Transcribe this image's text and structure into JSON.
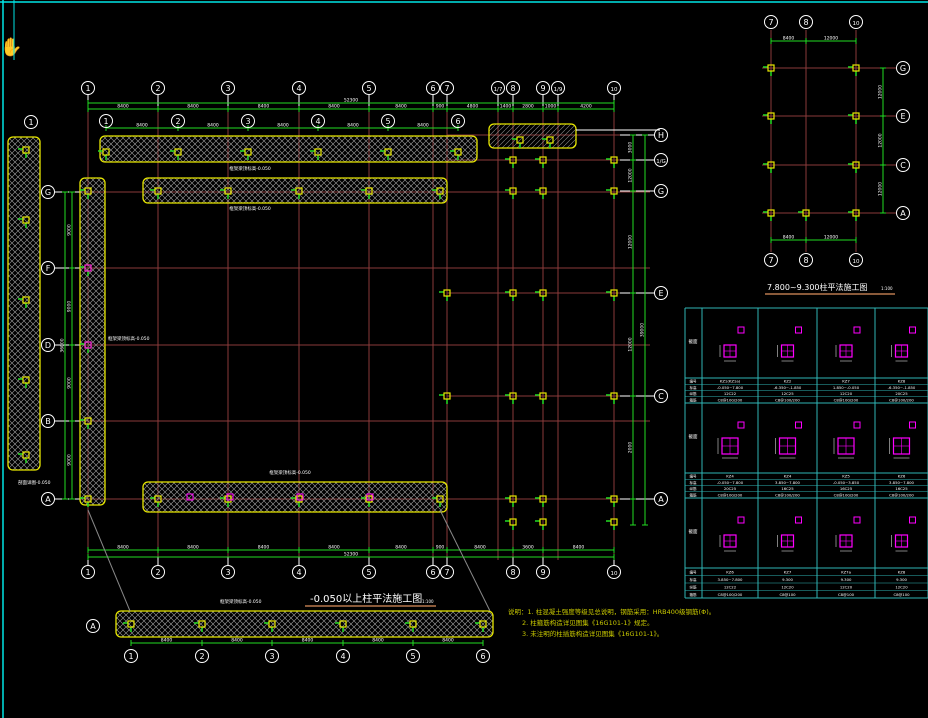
{
  "colors": {
    "background": "#000000",
    "frame": "#00e5e5",
    "grid": "#8a3a3a",
    "dimension": "#22dd22",
    "outline": "#e8e800",
    "column": "#e8e800",
    "rebar": "#ff00ff",
    "text": "#ffffff",
    "notes": "#c8c800",
    "table": "#2fb5b5"
  },
  "cursor_icon": "hand-pan-icon",
  "main_plan": {
    "title": "-0.050以上柱平法施工图",
    "scale": "1:100",
    "top_axes": [
      "1",
      "2",
      "3",
      "4",
      "5",
      "6",
      "7",
      "1/7",
      "8",
      "9",
      "1/9",
      "10"
    ],
    "bottom_axes": [
      "1",
      "2",
      "3",
      "4",
      "5",
      "6",
      "7",
      "8",
      "9",
      "10"
    ],
    "right_axes": [
      "H",
      "1/G",
      "G",
      "E",
      "C",
      "A"
    ],
    "left_axes": [
      "G",
      "F",
      "D",
      "B",
      "A"
    ],
    "top_total": "52300",
    "top_segments": [
      "8400",
      "8400",
      "8400",
      "8400",
      "8400",
      "900",
      "4800",
      "1400",
      "2800",
      "1000",
      "4200"
    ],
    "bottom_total": "52300",
    "bottom_segments": [
      "8400",
      "8400",
      "8400",
      "8400",
      "8400",
      "900",
      "8400",
      "3600",
      "8400"
    ],
    "right_dims": [
      "3000",
      "12000",
      "12000",
      "12000",
      "2000"
    ],
    "right_total": "39000",
    "left_dims": [
      "9000",
      "9000",
      "9000",
      "9000"
    ],
    "left_total": "36000",
    "beam_notes": [
      "框架梁顶标高-0.050",
      "框架梁顶标高-0.050",
      "框架梁顶标高-0.050",
      "框架梁顶标高-0.050"
    ]
  },
  "elevation_top": {
    "axes": [
      "1",
      "2",
      "3",
      "4",
      "5",
      "6"
    ],
    "dims": [
      "8400",
      "8400",
      "8400",
      "8400",
      "8400"
    ]
  },
  "elevation_left": {
    "axes": [
      "1"
    ],
    "note": "剖面详图-0.050"
  },
  "elevation_bottom": {
    "axes": [
      "1",
      "2",
      "3",
      "4",
      "5",
      "6"
    ],
    "row_axis": "A",
    "dims": [
      "8400",
      "8400",
      "8400",
      "8400",
      "8400"
    ],
    "note": "框架梁顶标高-0.050"
  },
  "small_plan": {
    "title": "7.800~9.300柱平法施工图",
    "scale": "1:100",
    "col_axes": [
      "7",
      "8",
      "10"
    ],
    "row_axes": [
      "G",
      "E",
      "C",
      "A"
    ],
    "dims": [
      "8400",
      "12000"
    ],
    "vertical_dims": [
      "12000",
      "12000",
      "12000"
    ]
  },
  "column_table": {
    "row_headers": [
      "编号",
      "标高",
      "纵筋",
      "箍筋"
    ],
    "section_label": "截面",
    "sections": [
      [
        [
          "KZ1(KZ1a)",
          "-0.050~7.800",
          "12C22",
          "C8@100/200"
        ],
        [
          "KZ2",
          "-6.350~-1.850",
          "12C25",
          "C8@100/200"
        ],
        [
          "KZ7",
          "1.850~-0.050",
          "12C20",
          "C8@100/200"
        ],
        [
          "KZ8",
          "-6.350~-1.850",
          "20C25",
          "C8@100/200"
        ]
      ],
      [
        [
          "KZ4",
          "-0.050~7.800",
          "20C25",
          "C8@100/200"
        ],
        [
          "KZ4",
          "3.850~7.800",
          "16C25",
          "C8@100/200"
        ],
        [
          "KZ5",
          "-0.050~3.850",
          "16C25",
          "C8@100/200"
        ],
        [
          "KZ6",
          "3.850~7.800",
          "16C25",
          "C8@100/200"
        ]
      ],
      [
        [
          "KZ6",
          "3.850~7.800",
          "12C22",
          "C8@100/200"
        ],
        [
          "KZ7",
          "9.300",
          "12C20",
          "C8@100"
        ],
        [
          "KZ7a",
          "9.300",
          "12C20",
          "C8@100"
        ],
        [
          "KZ8",
          "9.300",
          "12C20",
          "C8@100"
        ]
      ]
    ]
  },
  "notes": [
    "说明：1. 柱混凝土强度等级见总说明，钢筋采用：HRB400级钢筋(Φ)。",
    "2. 柱箍筋构造详见图集《16G101-1》规定。",
    "3. 未注明的柱插筋构造详见图集《16G101-1》。"
  ]
}
